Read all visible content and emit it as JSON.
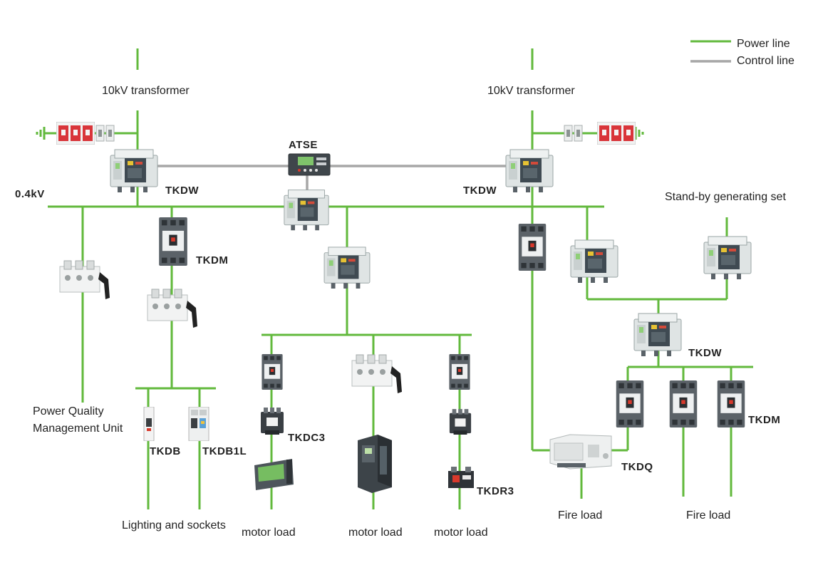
{
  "legend": {
    "power": "Power line",
    "control": "Control line",
    "power_color": "#62b93c",
    "control_color": "#a7a7a7"
  },
  "labels": {
    "transformer_left": "10kV transformer",
    "transformer_right": "10kV transformer",
    "atse": "ATSE",
    "voltage": "0.4kV",
    "tkdw_left": "TKDW",
    "tkdw_right": "TKDW",
    "tkdw_bottom": "TKDW",
    "standby": "Stand-by generating set",
    "tkdm_left": "TKDM",
    "tkdm_right": "TKDM",
    "pqmu_line1": "Power Quality",
    "pqmu_line2": "Management Unit",
    "tkdb": "TKDB",
    "tkdb1l": "TKDB1L",
    "tkdc3": "TKDC3",
    "tkdr3": "TKDR3",
    "tkdq": "TKDQ",
    "lighting": "Lighting and sockets",
    "motor1": "motor load",
    "motor2": "motor load",
    "motor3": "motor load",
    "fire1": "Fire load",
    "fire2": "Fire load"
  }
}
